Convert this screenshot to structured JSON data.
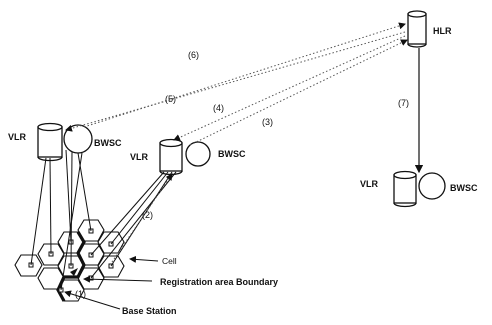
{
  "diagram": {
    "nodes": {
      "hlr": {
        "label": "HLR"
      },
      "vlr_left": {
        "vlr_label": "VLR",
        "bwsc_label": "BWSC"
      },
      "vlr_mid": {
        "vlr_label": "VLR",
        "bwsc_label": "BWSC"
      },
      "vlr_right": {
        "vlr_label": "VLR",
        "bwsc_label": "BWSC"
      }
    },
    "steps": [
      "(1)",
      "(2)",
      "(3)",
      "(4)",
      "(5)",
      "(6)",
      "(7)"
    ],
    "annotations": {
      "cell": "Cell",
      "registration_boundary": "Registration area Boundary",
      "base_station": "Base Station"
    },
    "colors": {
      "ink": "#111111",
      "dotted": "#555555",
      "boundary": "#111111"
    }
  }
}
